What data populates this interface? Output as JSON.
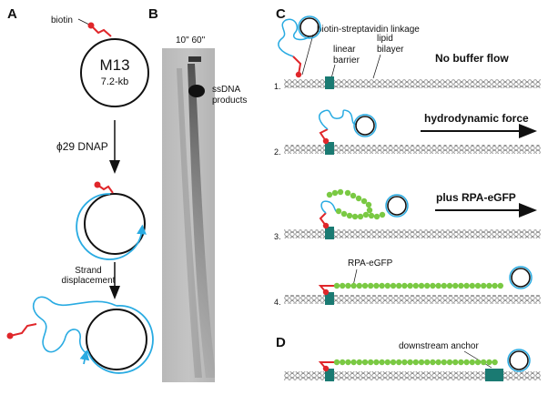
{
  "panels": {
    "A": "A",
    "B": "B",
    "C": "C",
    "D": "D"
  },
  "panel_a": {
    "biotin": "biotin",
    "m13": "M13",
    "m13_size": "7.2-kb",
    "dnap": "ϕ29 DNAP",
    "strand_line1": "Strand",
    "strand_line2": "displacement"
  },
  "panel_b": {
    "lanes": "10\" 60\"",
    "product_line1": "ssDNA",
    "product_line2": "products"
  },
  "panel_c": {
    "linkage": "biotin-streptavidin linkage",
    "barrier_line1": "linear",
    "barrier_line2": "barrier",
    "bilayer_line1": "lipid",
    "bilayer_line2": "bilayer",
    "no_flow": "No buffer flow",
    "hydro": "hydrodynamic force",
    "plus_rpa": "plus RPA-eGFP",
    "rpa": "RPA-eGFP",
    "steps": [
      "1.",
      "2.",
      "3.",
      "4."
    ]
  },
  "panel_d": {
    "anchor": "downstream anchor"
  },
  "colors": {
    "ssdna": "#29abe2",
    "biotin": "#e0262a",
    "barrier": "#1a7a72",
    "rpa": "#7ac943",
    "bilayer": "#555555"
  }
}
